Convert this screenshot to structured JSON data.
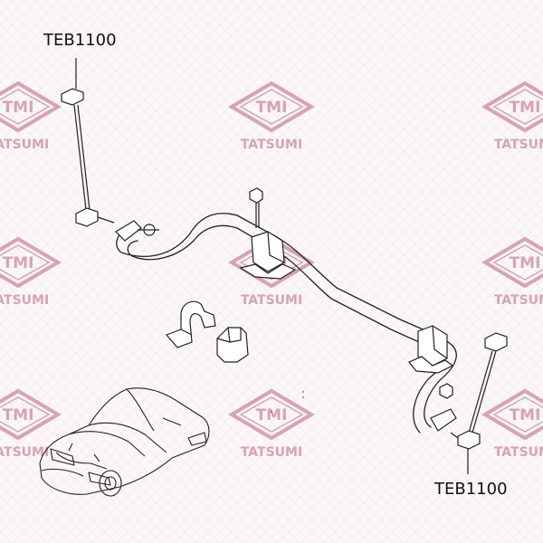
{
  "watermark": {
    "logo_text": "TMI",
    "brand_text": "TATSUMI",
    "color": "#d8a3b1"
  },
  "labels": {
    "top_left_part": "TEB1100",
    "bottom_right_part": "TEB1100"
  }
}
